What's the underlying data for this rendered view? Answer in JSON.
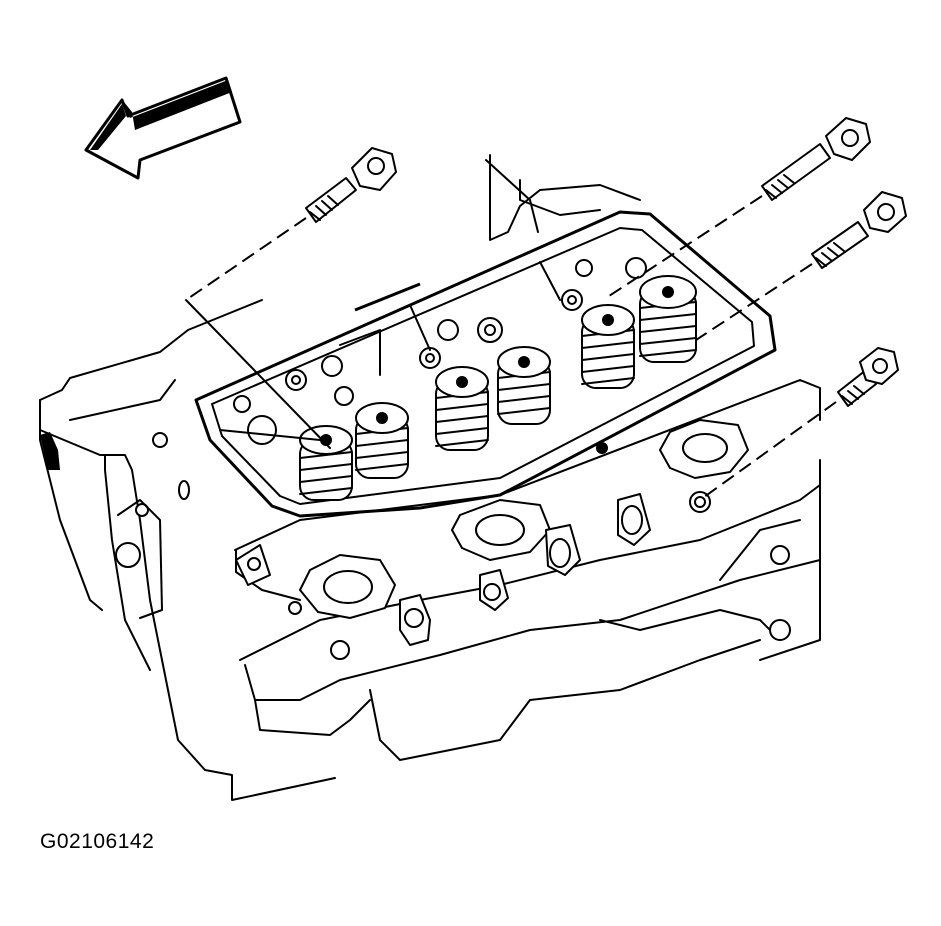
{
  "figure": {
    "id_label": "G02106142"
  },
  "illustration": {
    "subject": "cylinder-head-with-head-bolts",
    "direction_arrow": "front-arrow",
    "bolt_count": 4,
    "line_color": "#000000",
    "background": "#ffffff"
  }
}
